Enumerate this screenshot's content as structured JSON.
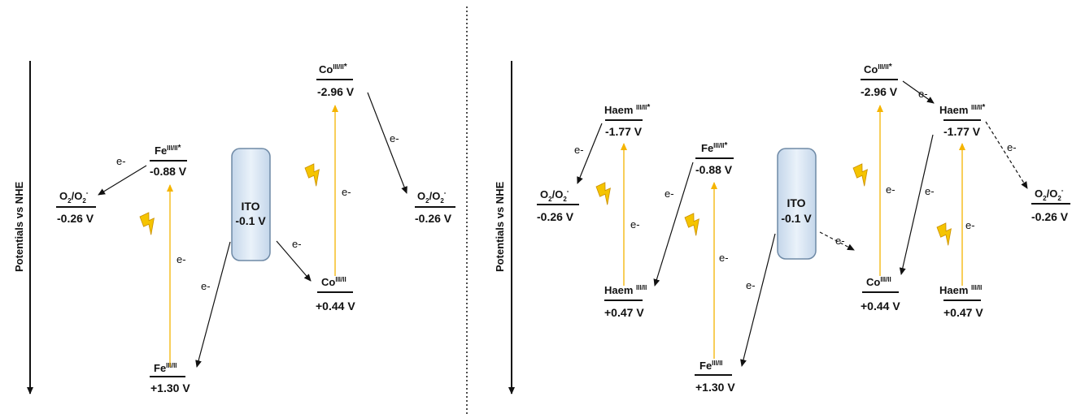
{
  "electron_label": "e-",
  "left_panel": {
    "axis_title": "Potentials vs NHE",
    "ito": {
      "name": "ITO",
      "potential": "-0.1 V"
    },
    "levels": [
      {
        "id": "fe-excited",
        "species": "Fe",
        "sup": "III/II",
        "star": "*",
        "potential": "-0.88 V"
      },
      {
        "id": "fe-ground",
        "species": "Fe",
        "sup": "III/II",
        "star": "",
        "potential": "+1.30 V"
      },
      {
        "id": "co-excited",
        "species": "Co",
        "sup": "III/II",
        "star": "*",
        "potential": "-2.96 V"
      },
      {
        "id": "co-ground",
        "species": "Co",
        "sup": "III/II",
        "star": "",
        "potential": "+0.44 V"
      },
      {
        "id": "o2-left",
        "species": "O",
        "sub": "2",
        "slash": "/O",
        "sub2": "2",
        "sup2": "-",
        "potential": "-0.26 V"
      },
      {
        "id": "o2-right",
        "species": "O",
        "sub": "2",
        "slash": "/O",
        "sub2": "2",
        "sup2": "-",
        "potential": "-0.26 V"
      }
    ]
  },
  "right_panel": {
    "axis_title": "Potentials vs NHE",
    "ito": {
      "name": "ITO",
      "potential": "-0.1 V"
    },
    "levels": [
      {
        "id": "haem1-excited",
        "species": "Haem ",
        "sup": "III/II",
        "star": "*",
        "potential": "-1.77 V"
      },
      {
        "id": "haem1-ground",
        "species": "Haem ",
        "sup": "III/II",
        "star": "",
        "potential": "+0.47 V"
      },
      {
        "id": "fe-excited",
        "species": "Fe",
        "sup": "III/II",
        "star": "*",
        "potential": "-0.88 V"
      },
      {
        "id": "fe-ground",
        "species": "Fe",
        "sup": "III/II",
        "star": "",
        "potential": "+1.30 V"
      },
      {
        "id": "co-excited",
        "species": "Co",
        "sup": "III/II",
        "star": "*",
        "potential": "-2.96 V"
      },
      {
        "id": "co-ground",
        "species": "Co",
        "sup": "III/II",
        "star": "",
        "potential": "+0.44 V"
      },
      {
        "id": "haem2-excited",
        "species": "Haem ",
        "sup": "III/II",
        "star": "*",
        "potential": "-1.77 V"
      },
      {
        "id": "haem2-ground",
        "species": "Haem ",
        "sup": "III/II",
        "star": "",
        "potential": "+0.47 V"
      },
      {
        "id": "o2-left",
        "species": "O",
        "sub": "2",
        "slash": "/O",
        "sub2": "2",
        "sup2": "-",
        "potential": "-0.26 V"
      },
      {
        "id": "o2-right",
        "species": "O",
        "sub": "2",
        "slash": "/O",
        "sub2": "2",
        "sup2": "-",
        "potential": "-0.26 V"
      }
    ]
  },
  "colors": {
    "excitation_arrow": "#f5b400",
    "transfer_arrow": "#111111",
    "ito_fill": "#d8e6f3",
    "ito_stroke": "#6f8aa6",
    "lightning": "#f5c400"
  }
}
